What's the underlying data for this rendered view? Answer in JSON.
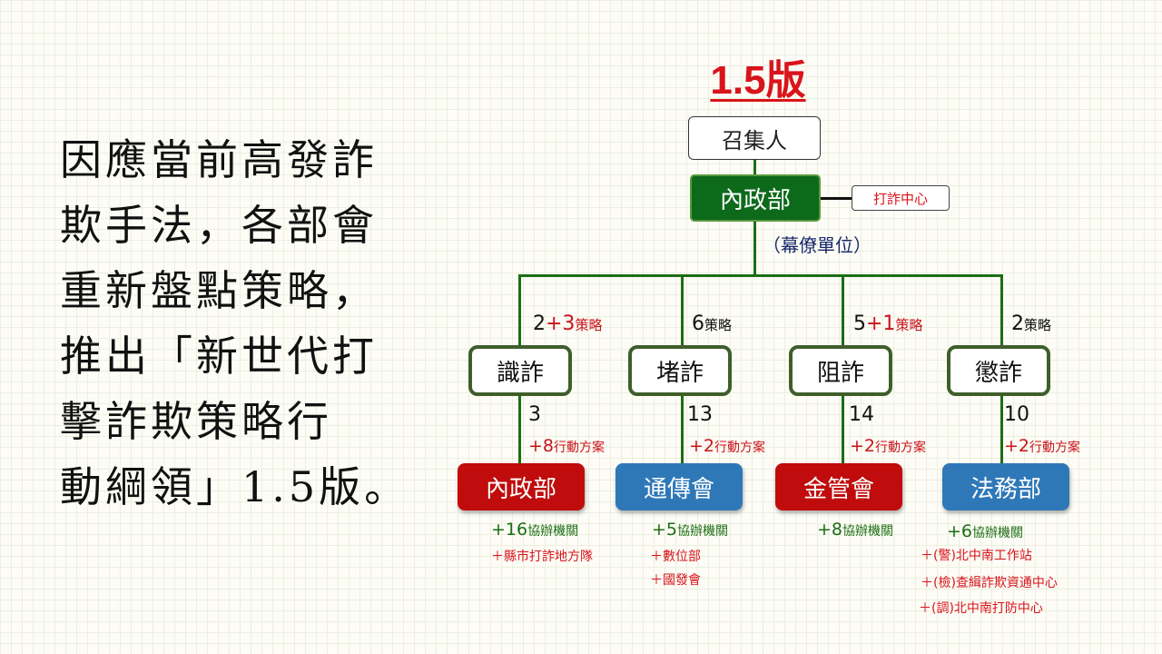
{
  "intro_lines": [
    "因應當前高發詐",
    "欺手法，各部會",
    "重新盤點策略，",
    "推出「新世代打",
    "擊詐欺策略行",
    "動綱領」1.5版。"
  ],
  "title": "1.5版",
  "convener": "召集人",
  "lead": "內政部",
  "center": "打詐中心",
  "staff": "（幕僚單位）",
  "strat_unit": "策略",
  "action_unit": "行動方案",
  "co_unit": "協辦機關",
  "pillars": [
    {
      "name": "識詐",
      "base": "2",
      "plus": "+3",
      "actions": "3",
      "action_plus": "+8",
      "agency": "內政部",
      "co": "+16",
      "extras": [
        "＋縣市打詐地方隊"
      ]
    },
    {
      "name": "堵詐",
      "base": "6",
      "plus": "",
      "actions": "13",
      "action_plus": "+2",
      "agency": "通傳會",
      "co": "+5",
      "extras": [
        "＋數位部",
        "＋國發會"
      ]
    },
    {
      "name": "阻詐",
      "base": "5",
      "plus": "+1",
      "actions": "14",
      "action_plus": "+2",
      "agency": "金管會",
      "co": "+8",
      "extras": []
    },
    {
      "name": "懲詐",
      "base": "2",
      "plus": "",
      "actions": "10",
      "action_plus": "+2",
      "agency": "法務部",
      "co": "+6",
      "extras": [
        "＋(警)北中南工作站",
        "＋(檢)查緝詐欺資通中心",
        "＋(調)北中南打防中心"
      ]
    }
  ]
}
